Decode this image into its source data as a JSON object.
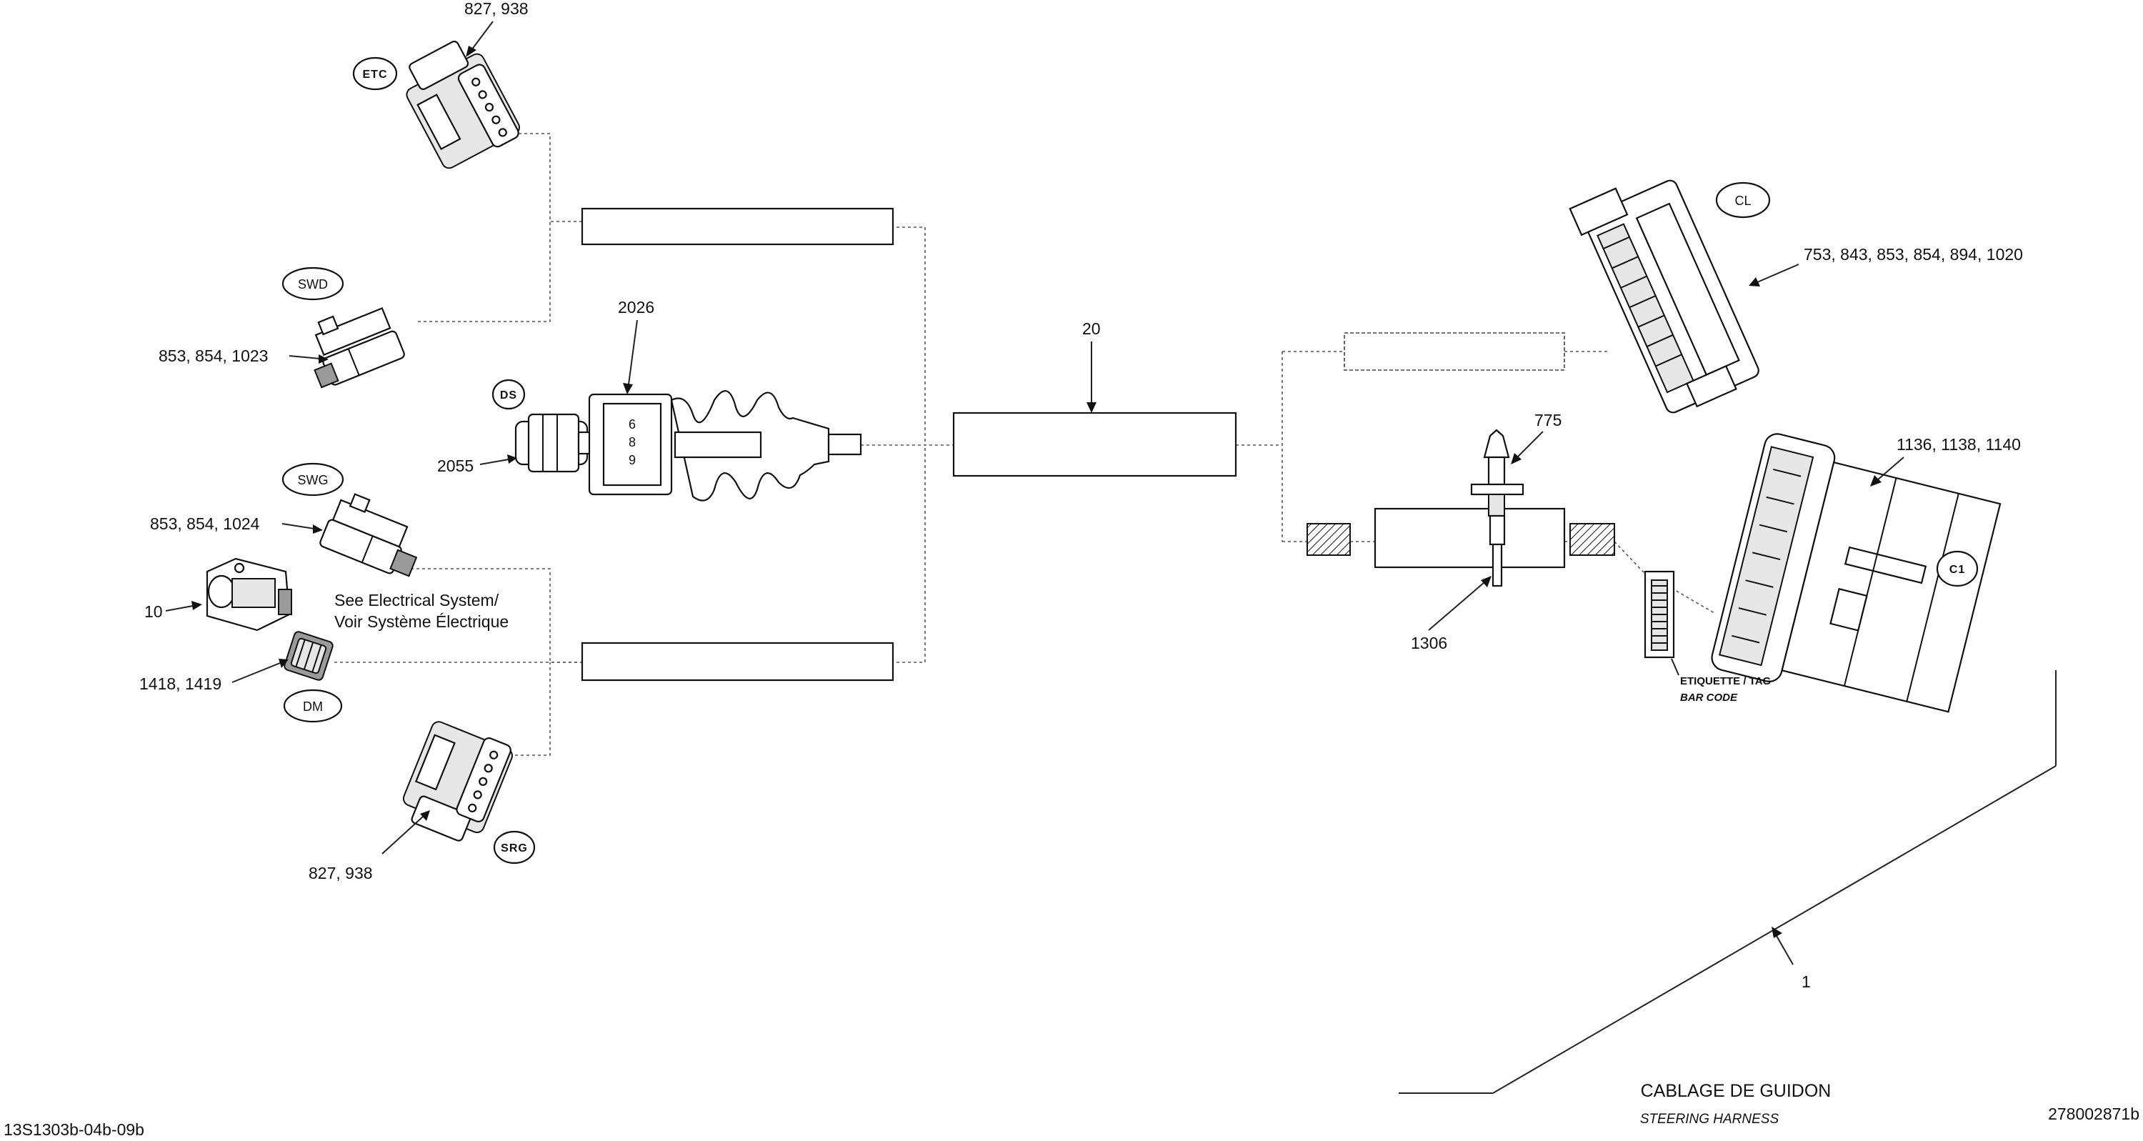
{
  "footer": {
    "left_code": "13S1303b-04b-09b",
    "right_code": "278002871b",
    "title": "CABLAGE DE GUIDON",
    "subtitle": "STEERING HARNESS"
  },
  "callouts": {
    "etc_parts": "827, 938",
    "etc_tag": "ETC",
    "swd_tag": "SWD",
    "swd_parts": "853, 854, 1023",
    "ds_tag": "DS",
    "ds_parts": "2055",
    "boot_part": "2026",
    "boot_digits": [
      "6",
      "8",
      "9"
    ],
    "swg_tag": "SWG",
    "swg_parts": "853, 854, 1024",
    "module_part": "10",
    "see_ref_line1": "See Electrical System/",
    "see_ref_line2": "Voir Système Électrique",
    "dm_parts": "1418, 1419",
    "dm_tag": "DM",
    "srg_parts": "827, 938",
    "srg_tag": "SRG",
    "sleeve_part": "20",
    "clip_part": "775",
    "tie_part": "1306",
    "cl_tag": "CL",
    "cl_parts": "753, 843, 853, 854, 894, 1020",
    "c1_parts": "1136, 1138, 1140",
    "c1_tag": "C1",
    "barcode_line1": "ETIQUETTE / TAG",
    "barcode_line2": "BAR CODE",
    "harness_part": "1"
  }
}
